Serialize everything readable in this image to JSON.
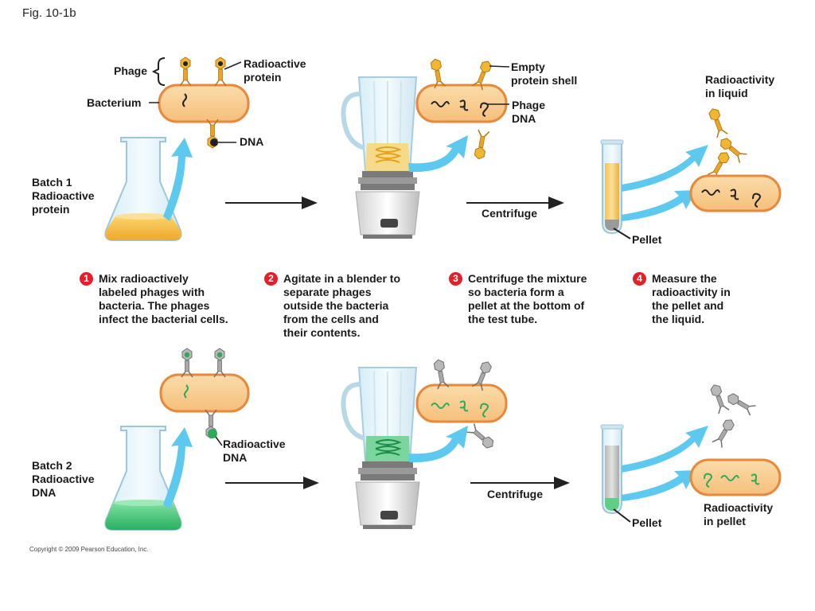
{
  "figure": {
    "label": "Fig. 10-1b",
    "copyright": "Copyright © 2009 Pearson Education, Inc."
  },
  "labels": {
    "phage": "Phage",
    "radioactive_protein": "Radioactive\nprotein",
    "bacterium": "Bacterium",
    "dna": "DNA",
    "empty_shell": "Empty\nprotein shell",
    "phage_dna": "Phage\nDNA",
    "radioactivity_liquid": "Radioactivity\nin liquid",
    "batch1": "Batch 1\nRadioactive\nprotein",
    "centrifuge1": "Centrifuge",
    "pellet1": "Pellet",
    "radioactive_dna": "Radioactive\nDNA",
    "batch2": "Batch 2\nRadioactive\nDNA",
    "centrifuge2": "Centrifuge",
    "pellet2": "Pellet",
    "radioactivity_pellet": "Radioactivity\nin pellet"
  },
  "steps": [
    {
      "num": "1",
      "text": "Mix radioactively\nlabeled phages with\nbacteria. The phages\ninfect the bacterial cells."
    },
    {
      "num": "2",
      "text": "Agitate in a blender to\nseparate phages\noutside the bacteria\nfrom the cells and\ntheir contents."
    },
    {
      "num": "3",
      "text": "Centrifuge the mixture\nso bacteria form a\npellet at the bottom of\nthe test tube."
    },
    {
      "num": "4",
      "text": "Measure the\nradioactivity in\nthe pellet and\nthe liquid."
    }
  ],
  "colors": {
    "batch1_label": "#f2b632",
    "batch2_label": "#2faa5a",
    "bacterium_fill": "#f9c889",
    "bacterium_rim": "#e8883a",
    "arrow_blue": "#5ec9ee",
    "step_badge": "#e3202a",
    "unlabeled_phage": "#9a9a9a"
  }
}
